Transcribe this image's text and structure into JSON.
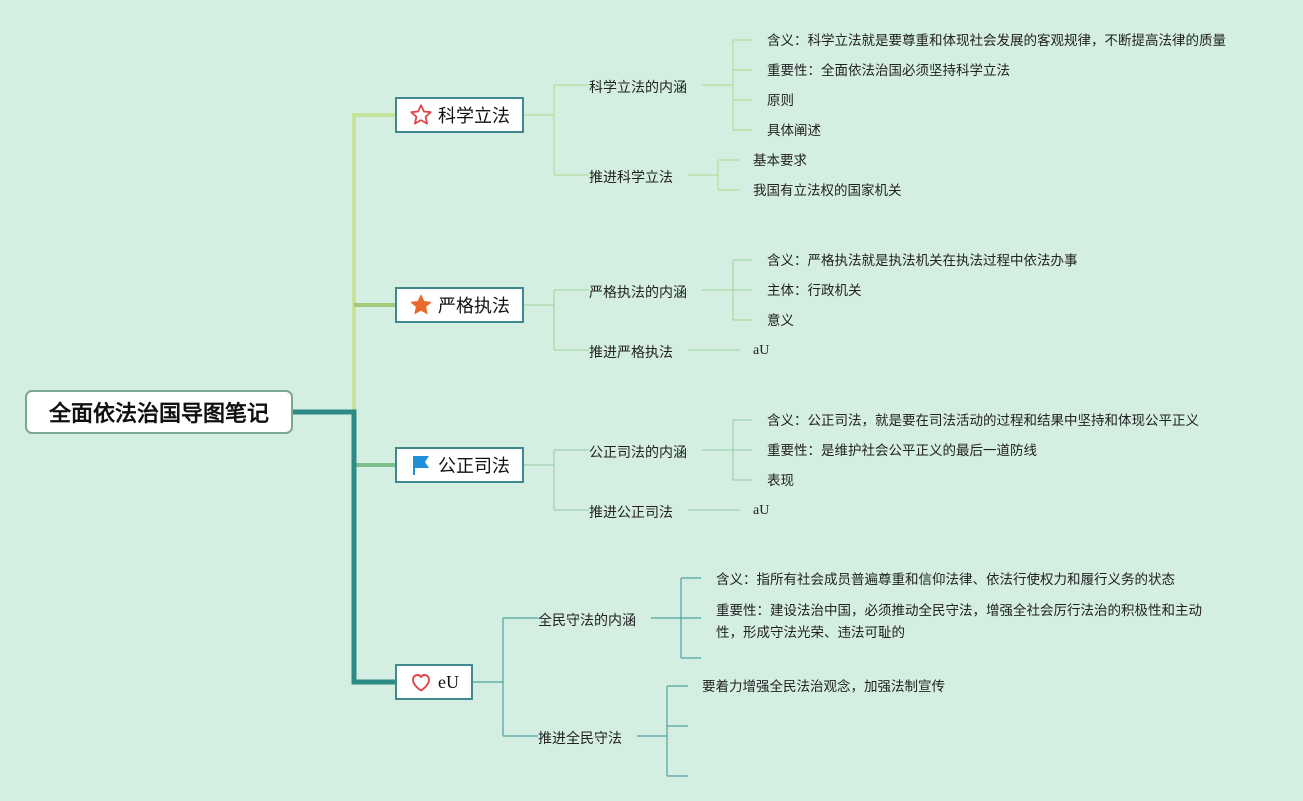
{
  "root": {
    "title": "全面依法治国导图笔记"
  },
  "branches": [
    {
      "title": "科学立法",
      "icon": "star-outline-icon",
      "subs": [
        {
          "title": "科学立法的内涵",
          "leaves": [
            "含义：科学立法就是要尊重和体现社会发展的客观规律，不断提高法律的质量",
            "重要性：全面依法治国必须坚持科学立法",
            "原则",
            "具体阐述"
          ]
        },
        {
          "title": "推进科学立法",
          "leaves": [
            "基本要求",
            "我国有立法权的国家机关"
          ]
        }
      ]
    },
    {
      "title": "严格执法",
      "icon": "star-filled-icon",
      "subs": [
        {
          "title": "严格执法的内涵",
          "leaves": [
            "含义：严格执法就是执法机关在执法过程中依法办事",
            "主体：行政机关",
            "意义"
          ]
        },
        {
          "title": "推进严格执法",
          "leaves": [
            "aU"
          ]
        }
      ]
    },
    {
      "title": "公正司法",
      "icon": "flag-icon",
      "subs": [
        {
          "title": "公正司法的内涵",
          "leaves": [
            "含义：公正司法，就是要在司法活动的过程和结果中坚持和体现公平正义",
            "重要性：是维护社会公平正义的最后一道防线",
            "表现"
          ]
        },
        {
          "title": "推进公正司法",
          "leaves": [
            "aU"
          ]
        }
      ]
    },
    {
      "title": "eU",
      "icon": "heart-icon",
      "subs": [
        {
          "title": "全民守法的内涵",
          "leaves": [
            "含义：指所有社会成员普遍尊重和信仰法律、依法行使权力和履行义务的状态",
            "重要性：建设法治中国，必须推动全民守法，增强全社会厉行法治的积极性和主动性，形成守法光荣、违法可耻的",
            ""
          ]
        },
        {
          "title": "推进全民守法",
          "leaves": [
            "要着力增强全民法治观念，加强法制宣传",
            "",
            ""
          ]
        }
      ]
    }
  ],
  "colors": {
    "background": "#d4efe2",
    "branch1": "#c7e29a",
    "branch2": "#a3c97a",
    "branch3": "#7dbf8a",
    "branch4": "#2e8a86",
    "star_outline": "#e0454a",
    "star_filled": "#ea6a2c",
    "flag": "#1e8fd8",
    "heart": "#e0454a"
  }
}
